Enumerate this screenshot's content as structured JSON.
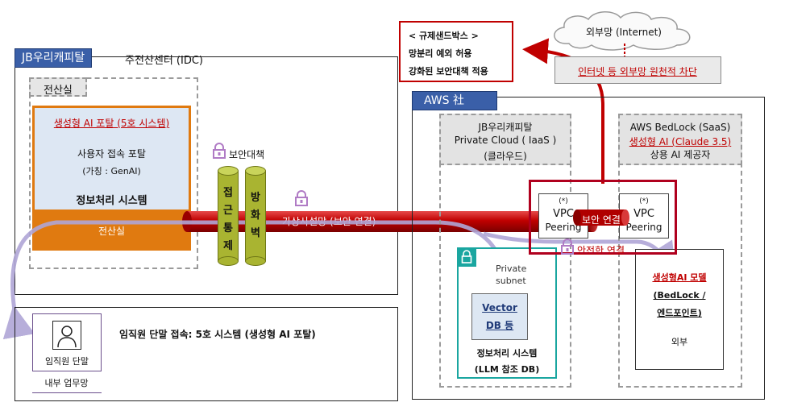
{
  "idc": {
    "tag": "JB우리캐피탈",
    "title": "주전산센터 (IDC)",
    "subtag": "전산실"
  },
  "portal": {
    "title": "생성형 AI 포탈 (5호 시스템)",
    "sub1": "사용자 접속 포탈",
    "sub2": "(가칭 : GenAI)",
    "sys": "정보처리 시스템",
    "bottom": "전산실"
  },
  "security": {
    "label": "보안대책",
    "firewall1": [
      "접",
      "근",
      "통",
      "제"
    ],
    "firewall2": [
      "방",
      "화",
      "벽"
    ]
  },
  "vpn_label": "가상사설망 (보안 연결)",
  "sandbox": {
    "lines": [
      "< 규제샌드박스 >",
      "망분리 예외 허용",
      "강화된 보안대책 적용"
    ]
  },
  "internet": {
    "label": "외부망 (Internet)",
    "block": "인터넷 등 외부망 원천적 차단"
  },
  "aws": {
    "tag": "AWS 社"
  },
  "private_cloud": {
    "lines": [
      "JB우리캐피탈",
      "Private Cloud ( IaaS )",
      "(클라우드)"
    ]
  },
  "saas": {
    "line1": "AWS BedLock (SaaS)",
    "line2": "생성형 AI (Claude 3.5)",
    "line3": "상용 AI 제공자"
  },
  "vpc_left": {
    "star": "(*)",
    "l1": "VPC",
    "l2": "Peering"
  },
  "vpc_right": {
    "star": "(*)",
    "l1": "VPC",
    "l2": "Peering"
  },
  "secure_link": {
    "pipe": "보안 연결",
    "below": "안전한 연결"
  },
  "private_subnet": {
    "l1": "Private",
    "l2": "subnet"
  },
  "vector_db": {
    "l1": "Vector",
    "l2": "DB 등",
    "sys": "정보처리 시스템",
    "sub": "(LLM 참조 DB)"
  },
  "genai_model": {
    "l1": "생성형AI 모델",
    "l2": "(BedLock /",
    "l3": "엔드포인트)",
    "ext": "외부"
  },
  "employee": {
    "label": "임직원 단말",
    "net": "내부 업무망",
    "access": "임직원 단말 접속:  5호 시스템 (생성형 AI 포탈)"
  }
}
